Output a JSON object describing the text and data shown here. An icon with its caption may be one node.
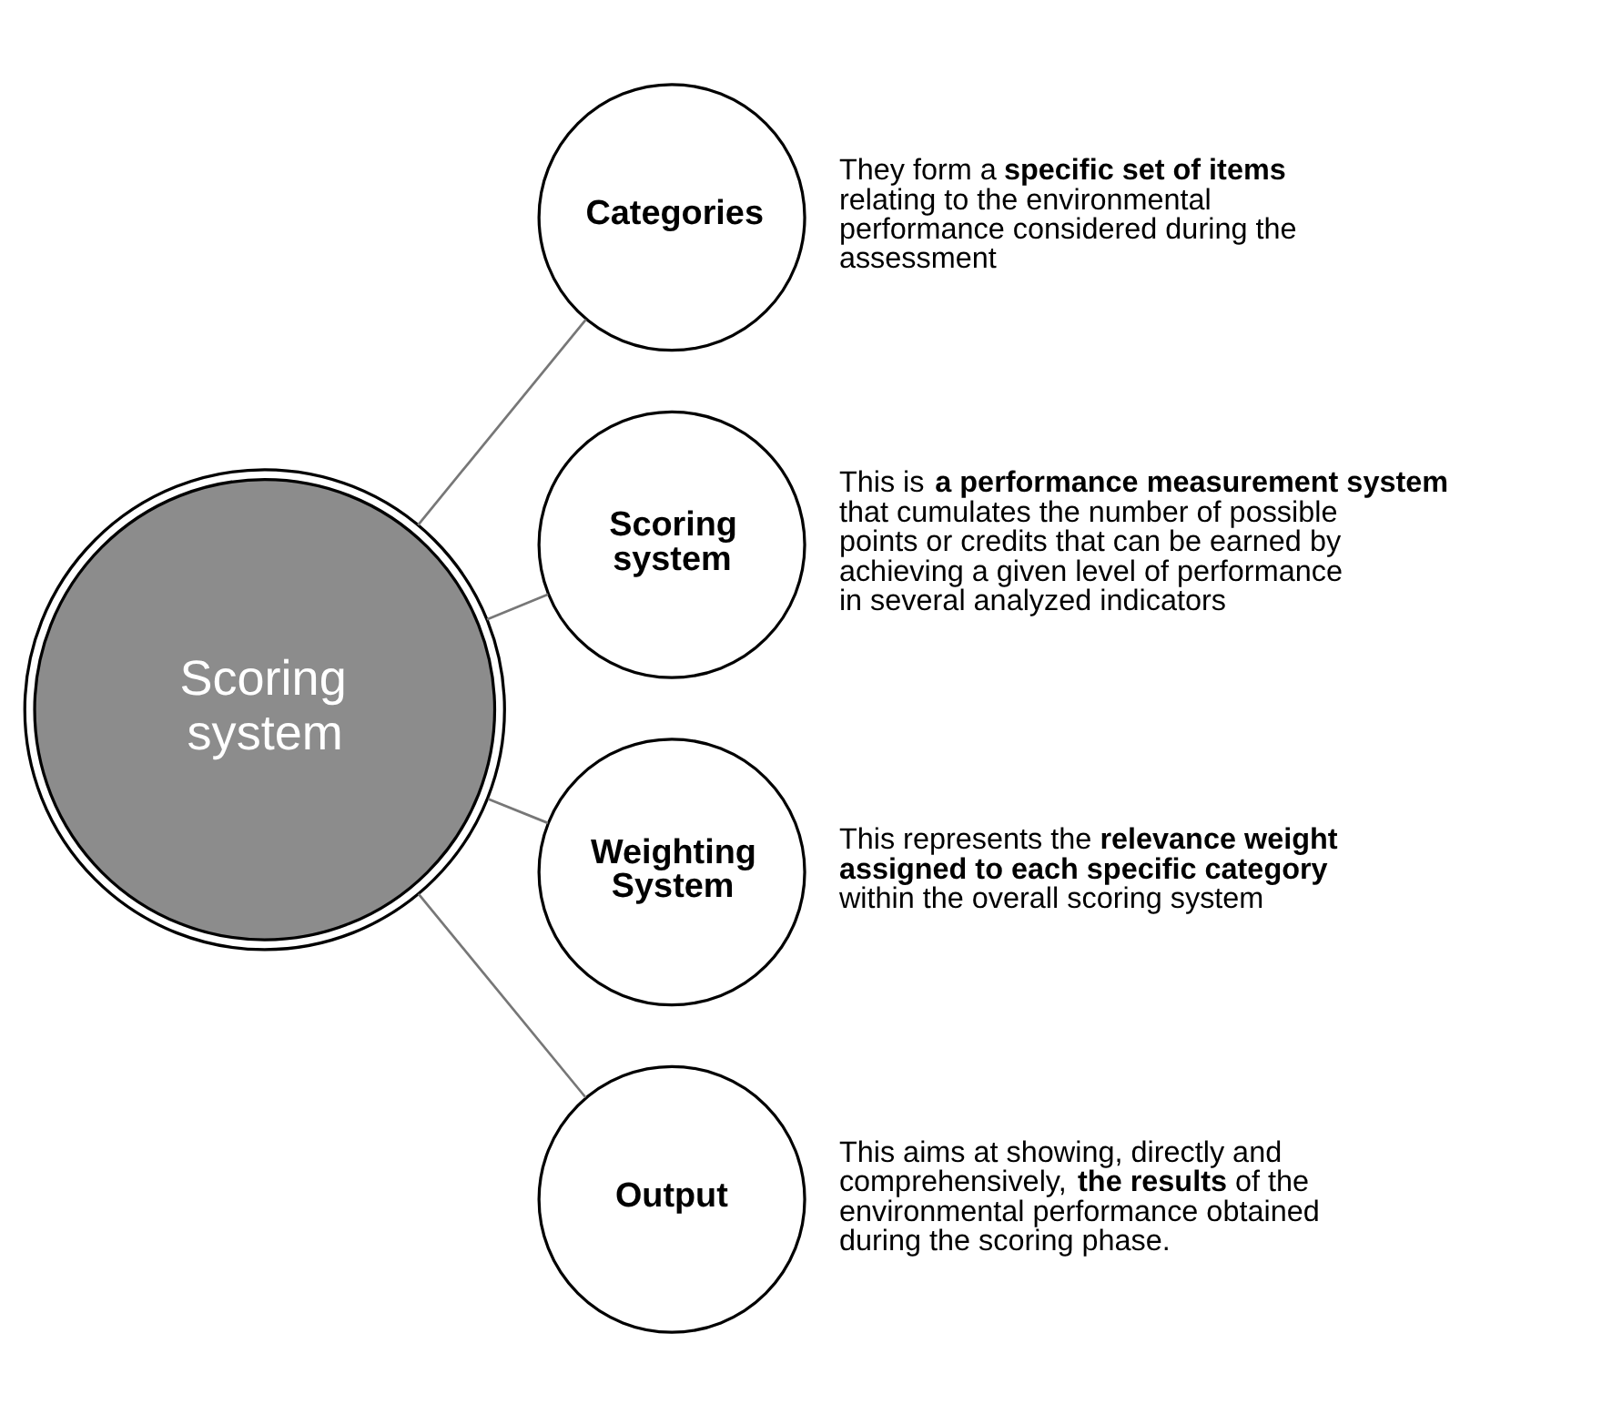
{
  "diagram": {
    "nodes": [
      {
        "text": [
          "Scoring system"
        ]
      },
      {
        "text": [
          "Categories"
        ],
        "beside": [
          "They form a **specific set of items** relating to the environmental performance considered during the assessment"
        ]
      },
      {
        "text": [
          "Scoring system"
        ],
        "beside": [
          "This is **a performance measurement system** that cumulates the number of possible points or credits that can be earned by achieving a given level of performance in several analyzed indicators"
        ]
      },
      {
        "text": [
          "Weighting System"
        ],
        "beside": [
          "This represents the **relevance weight assigned to each specific category** within the overall scoring system"
        ]
      },
      {
        "text": [
          "Output"
        ],
        "beside": [
          "This aims at showing, directly and comprehensively, **the results** of the environmental performance obtained during the scoring phase."
        ]
      }
    ],
    "edges": [
      {
        "from": 0,
        "to": 1,
        "arrow": "none"
      },
      {
        "from": 0,
        "to": 2,
        "arrow": "none"
      },
      {
        "from": 0,
        "to": 3,
        "arrow": "none"
      },
      {
        "from": 0,
        "to": 4,
        "arrow": "none"
      }
    ]
  }
}
